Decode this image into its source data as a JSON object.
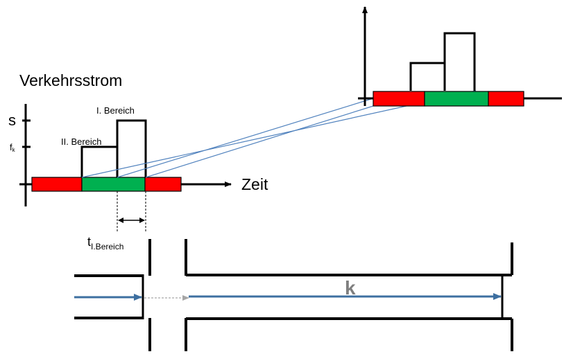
{
  "labels": {
    "flow_title": "Verkehrsstrom",
    "s_label": "s",
    "fk_label": "f",
    "fk_sub": "k",
    "range_one": "I. Bereich",
    "range_two": "II. Bereich",
    "time_axis": "Zeit",
    "t_label": "t",
    "t_sub": "I.Bereich",
    "road_label": "k"
  },
  "colors": {
    "red_phase": "#ff0000",
    "green_phase": "#00b050",
    "projection_line": "#4f81bd",
    "flow_arrow": "#3d6fa0",
    "dashed_arrow": "#a6a6a6",
    "k_label": "#7f7f7f",
    "ink": "#000000"
  },
  "signal_phases": [
    "red",
    "green",
    "red"
  ]
}
